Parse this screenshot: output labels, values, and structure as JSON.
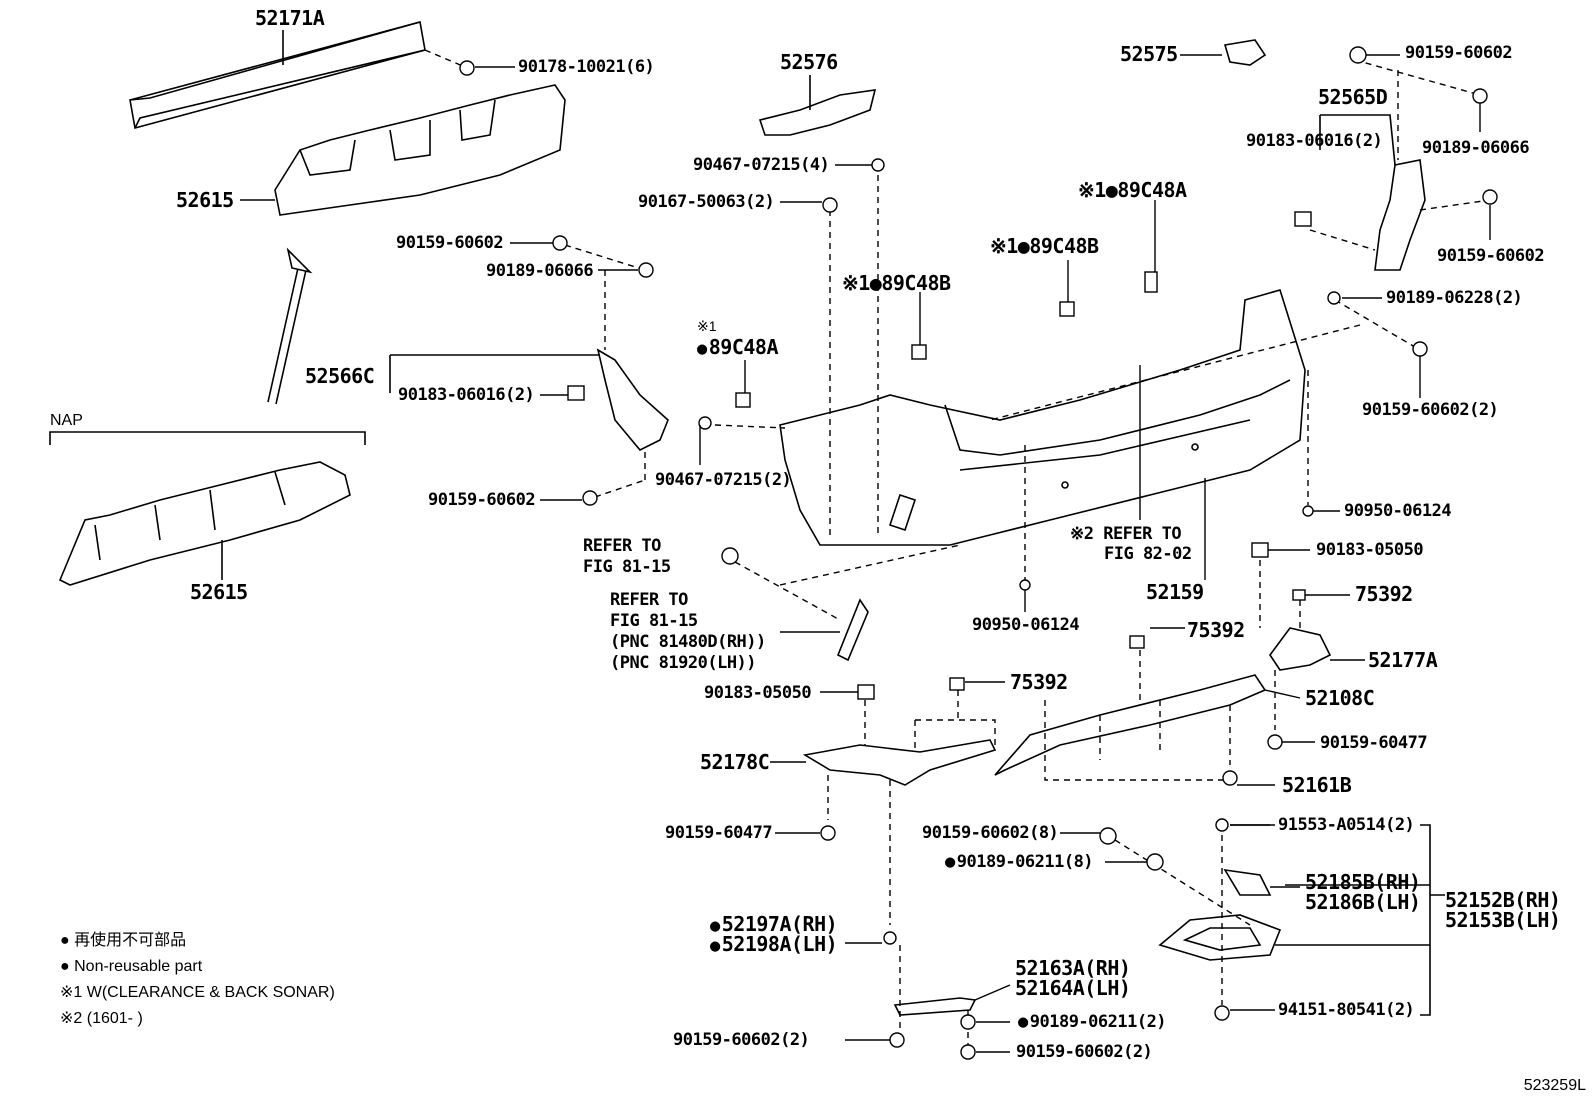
{
  "labels": {
    "p52171A": "52171A",
    "p90178": "90178-10021(6)",
    "p52615a": "52615",
    "p52615b": "52615",
    "nap": "NAP",
    "p52576": "52576",
    "p90467a": "90467-07215(4)",
    "p90167": "90167-50063(2)",
    "p90159_l1": "90159-60602",
    "p90189_l1": "90189-06066",
    "p52566C": "52566C",
    "p90183_l": "90183-06016(2)",
    "p90159_l2": "90159-60602",
    "p90467b": "90467-07215(2)",
    "p89C48A_l_mark": "※1",
    "p89C48A_l": "89C48A",
    "p89C48B_l": "※1●89C48B",
    "p89C48B_r": "※1●89C48B",
    "p89C48A_r": "※1●89C48A",
    "p52575": "52575",
    "p90159_r1": "90159-60602",
    "p52565D": "52565D",
    "p90183_r": "90183-06016(2)",
    "p90189_r1": "90189-06066",
    "p90159_r2": "90159-60602",
    "p90189_r2": "90189-06228(2)",
    "p90159_r3": "90159-60602(2)",
    "p90950a": "90950-06124",
    "p90950b": "90950-06124",
    "refer82_1": "※2 REFER TO",
    "refer82_2": "FIG 82-02",
    "p52159": "52159",
    "refer81a_1": "REFER TO",
    "refer81a_2": "FIG 81-15",
    "refer81b_1": "REFER TO",
    "refer81b_2": "FIG 81-15",
    "refer81b_3": "(PNC 81480D(RH))",
    "refer81b_4": "(PNC 81920(LH))",
    "p90183_05050a": "90183-05050",
    "p90183_05050b": "90183-05050",
    "p75392a": "75392",
    "p75392b": "75392",
    "p75392c": "75392",
    "p52177A": "52177A",
    "p52108C": "52108C",
    "p90159_60477a": "90159-60477",
    "p90159_60477b": "90159-60477",
    "p52161B": "52161B",
    "p52178C": "52178C",
    "p91553": "91553-A0514(2)",
    "p90159_8": "90159-60602(8)",
    "p90189_8": "90189-06211(8)",
    "p52185B": "52185B(RH)",
    "p52186B": "52186B(LH)",
    "p52152B": "52152B(RH)",
    "p52153B": "52153B(LH)",
    "p52197A": "52197A(RH)",
    "p52198A": "52198A(LH)",
    "p52163A": "52163A(RH)",
    "p52164A": "52164A(LH)",
    "p94151": "94151-80541(2)",
    "p90159_b2a": "90159-60602(2)",
    "p90189_b2": "90189-06211(2)",
    "p90159_b2b": "90159-60602(2)"
  },
  "legend": {
    "line1": "再使用不可部品",
    "line2": "Non-reusable part",
    "line3": "※1 W(CLEARANCE & BACK SONAR)",
    "line4": "※2 (1601-        )"
  },
  "footer": "523259L"
}
